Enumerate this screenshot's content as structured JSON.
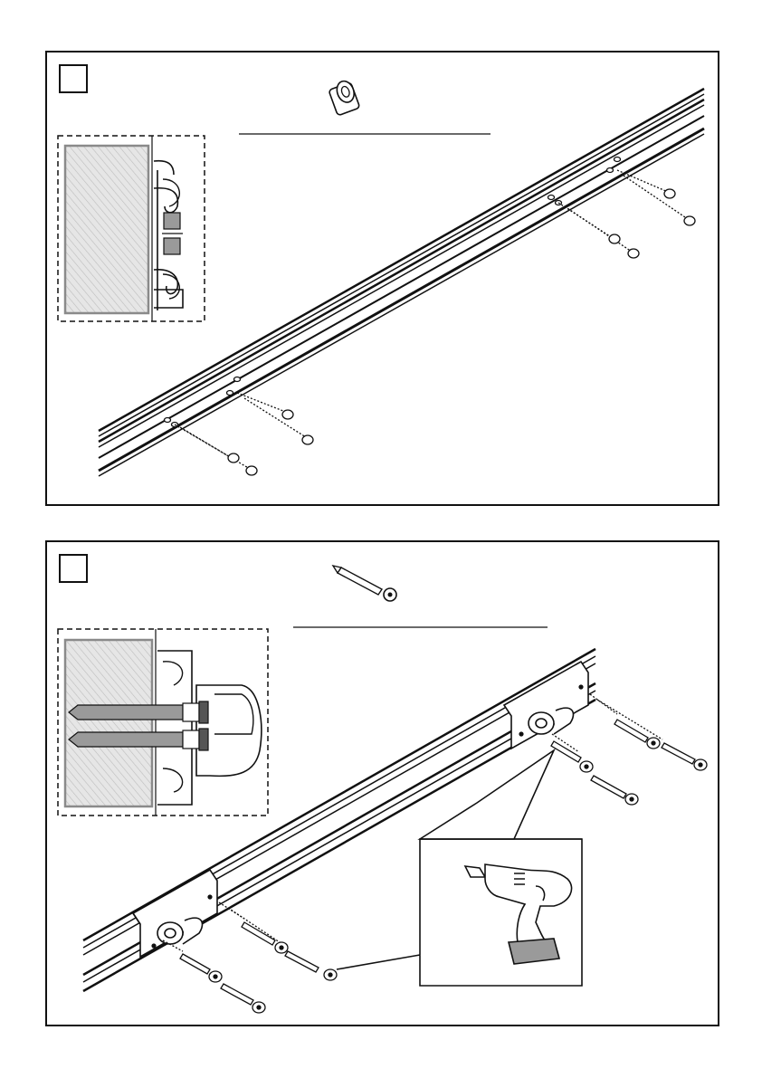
{
  "page": {
    "background": "#ffffff",
    "line_color": "#111111",
    "wall_hatch_color": "#c9c9c9",
    "part_gray": "#9a9a9a"
  },
  "steps": [
    {
      "step_box_text": "",
      "part_icon": "spacer-sleeve-icon",
      "detail_inset": "rail-cross-section-with-spacers",
      "rail": "double-track-rail",
      "hardware": "spacer-sleeves"
    },
    {
      "step_box_text": "",
      "part_icon": "screw-icon",
      "detail_inset": "rail-cross-section-with-screws",
      "rail": "rail-with-mounting-brackets",
      "hardware": "mounting-screws",
      "tool_icon": "cordless-drill-icon"
    }
  ]
}
